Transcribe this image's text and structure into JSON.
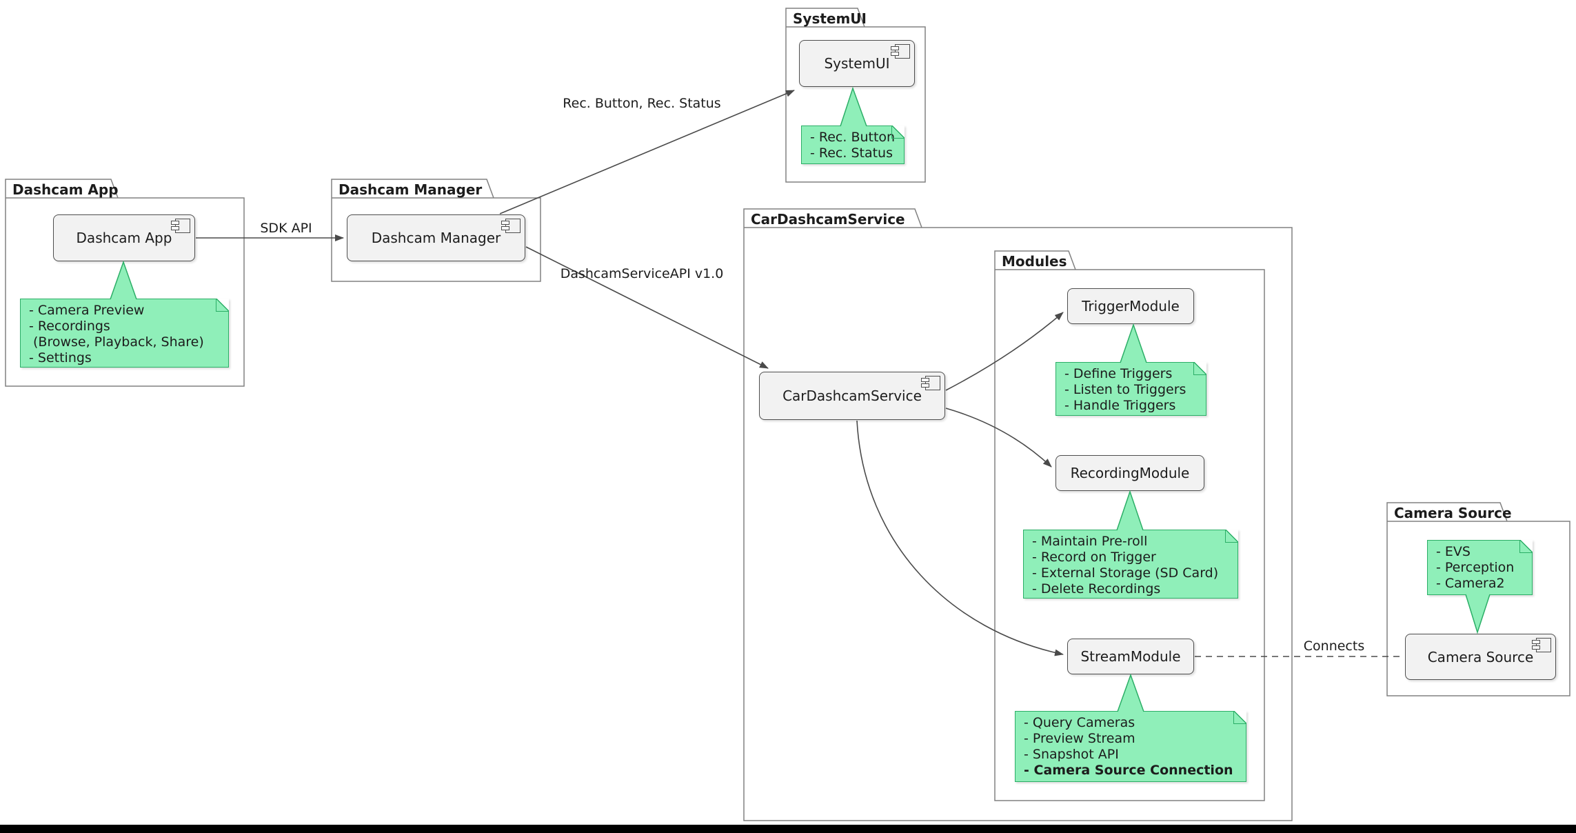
{
  "diagram": {
    "colors": {
      "note_fill": "#8FEFB9",
      "note_border": "#2BAE66",
      "component_fill": "#F2F2F2",
      "component_border": "#4D4D4D",
      "package_border": "#808080",
      "arrow": "#4A4A4A",
      "text": "#1C1C1C",
      "bottom_bar": "#000000"
    },
    "packages": {
      "systemui": {
        "title": "SystemUI"
      },
      "dashcam_app": {
        "title": "Dashcam App"
      },
      "dashcam_manager": {
        "title": "Dashcam Manager"
      },
      "car_dashcam_service": {
        "title": "CarDashcamService"
      },
      "modules": {
        "title": "Modules"
      },
      "camera_source": {
        "title": "Camera Source"
      }
    },
    "components": {
      "systemui": "SystemUI",
      "dashcam_app": "Dashcam App",
      "dashcam_manager": "Dashcam Manager",
      "car_dashcam_service": "CarDashcamService",
      "trigger_module": "TriggerModule",
      "recording_module": "RecordingModule",
      "stream_module": "StreamModule",
      "camera_source": "Camera Source"
    },
    "notes": {
      "systemui": {
        "lines": [
          "- Rec. Button",
          "- Rec. Status"
        ]
      },
      "dashcam_app": {
        "lines": [
          "- Camera Preview",
          "- Recordings",
          "(Browse, Playback, Share)",
          "- Settings"
        ]
      },
      "trigger_module": {
        "lines": [
          "- Define Triggers",
          "- Listen to Triggers",
          "- Handle Triggers"
        ]
      },
      "recording_module": {
        "lines": [
          "- Maintain Pre-roll",
          "- Record on Trigger",
          "- External Storage (SD Card)",
          "- Delete Recordings"
        ]
      },
      "stream_module": {
        "lines": [
          "- Query Cameras",
          "- Preview Stream",
          "- Snapshot API",
          "- Camera Source Connection"
        ]
      },
      "camera_source": {
        "lines": [
          "- EVS",
          "- Perception",
          "- Camera2"
        ]
      }
    },
    "edge_labels": {
      "sdk_api": "SDK API",
      "rec_button_status": "Rec. Button, Rec. Status",
      "dashcam_service_api": "DashcamServiceAPI v1.0",
      "connects": "Connects"
    }
  }
}
